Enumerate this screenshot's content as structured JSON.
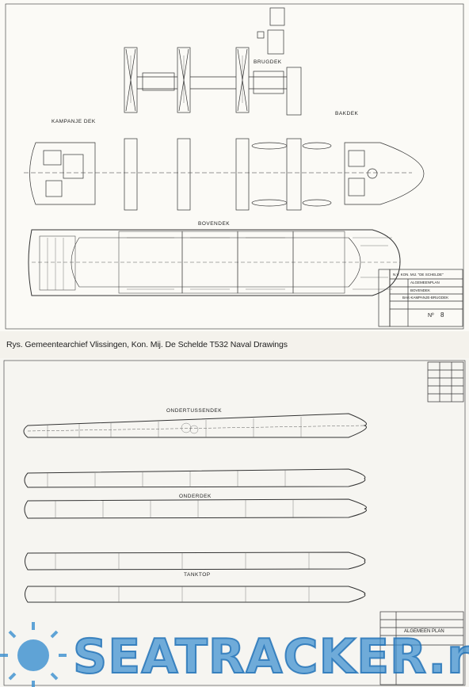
{
  "caption": "Rys. Gemeentearchief Vlissingen, Kon. Mij. De Schelde T532 Naval Drawings",
  "top_sheet": {
    "labels": {
      "brugdek": "BRUGDEK",
      "kampanje_dek": "KAMPANJE DEK",
      "bakdek": "BAKDEK",
      "bovendek": "BOVENDEK"
    },
    "title_block": {
      "company": "N.V. KON. MIJ. \"DE SCHELDE\"",
      "line1": "ALGEMEENPLAN",
      "line2": "BOVENDEK",
      "line3": "BAK-KAMPANJE-BRUGDEK",
      "number_label": "Nº",
      "number": "8"
    }
  },
  "bottom_sheet": {
    "labels": {
      "ondertussendek": "ONDERTUSSENDEK",
      "onderdek": "ONDERDEK",
      "tanktop": "TANKTOP"
    },
    "title_block": {
      "line1": "ALGEMEEN PLAN"
    }
  },
  "watermark": {
    "text": "SEATRACKER.ru"
  }
}
